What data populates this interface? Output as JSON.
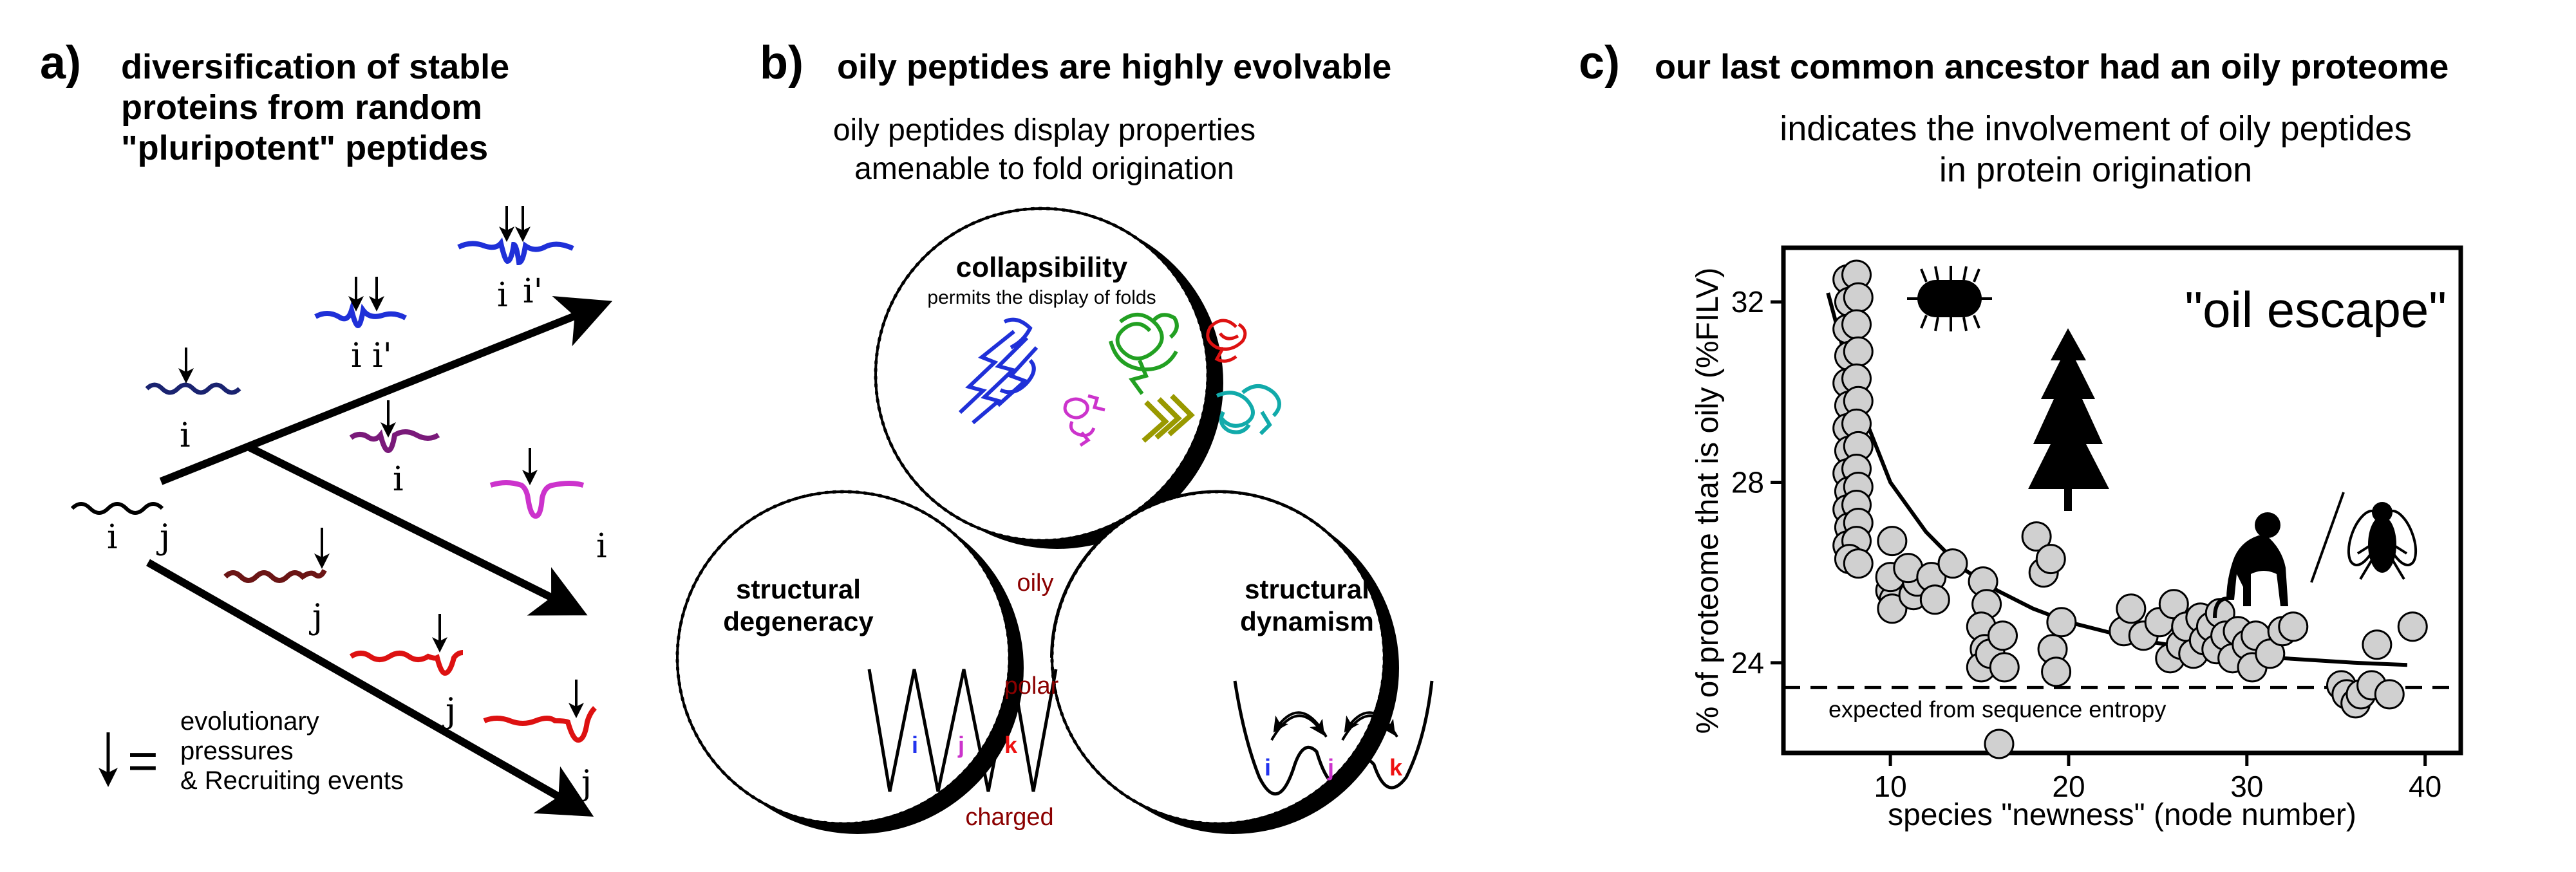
{
  "panel_a": {
    "letter": "a)",
    "title_lines": [
      "diversification of stable",
      "proteins from random",
      "\"pluripotent\" peptides"
    ],
    "node_labels": {
      "i_root": "i",
      "j_root": "j",
      "i_b1": "i",
      "i_b2a": "i",
      "ip_b2a": "i'",
      "i_b2b": "i",
      "ip_b2b": "i'",
      "i_mid": "i",
      "i_end": "i",
      "j_c1": "j",
      "j_c2": "j",
      "j_c3": "j"
    },
    "legend": {
      "symbol": "=",
      "lines": [
        "evolutionary",
        "pressures",
        "& Recruiting events"
      ]
    },
    "colors": {
      "navy": "#1a2370",
      "blue": "#1f30d8",
      "purple": "#7a1a7a",
      "magenta": "#cc33cc",
      "darkred": "#6b1515",
      "red": "#dd1111"
    }
  },
  "panel_b": {
    "letter": "b)",
    "title": "oily peptides are highly evolvable",
    "subtitle_lines": [
      "oily peptides display properties",
      "amenable to fold origination"
    ],
    "top_circle": {
      "title": "collapsibility",
      "subtitle": "permits the display of folds"
    },
    "left_circle": {
      "title_lines": [
        "structural",
        "degeneracy"
      ],
      "states": [
        "i",
        "j",
        "k"
      ]
    },
    "right_circle": {
      "title_lines": [
        "structural",
        "dynamism"
      ],
      "states": [
        "i",
        "j",
        "k"
      ]
    },
    "labels": {
      "center": "oily",
      "lower": "polar",
      "bottom": "charged"
    },
    "colors": {
      "label": "#8b0000",
      "i": "#2233ee",
      "j": "#cc33cc",
      "k": "#ee1111"
    },
    "fold_colors": [
      "#1f30d8",
      "#22a022",
      "#dd1111",
      "#cc33cc",
      "#999900",
      "#11aaaa"
    ]
  },
  "panel_c": {
    "letter": "c)",
    "title": "our last common ancestor had an oily proteome",
    "subtitle_lines": [
      "indicates the involvement of oily peptides",
      "in protein origination"
    ],
    "annotation": "\"oil escape\"",
    "icons": [
      "bacterium-icon",
      "tree-icon",
      "monkey-icon",
      "fly-icon"
    ]
  },
  "chart_data": {
    "type": "scatter",
    "xlabel": "species \"newness\" (node number)",
    "ylabel": "% of proteome that is oily (%FILV)",
    "xlim": [
      4,
      42
    ],
    "ylim": [
      22,
      33.2
    ],
    "xticks": [
      10,
      20,
      30,
      40
    ],
    "yticks": [
      24,
      28,
      32
    ],
    "reference_line": {
      "y": 23.45,
      "label": "expected from sequence entropy"
    },
    "fit": [
      [
        6.5,
        32.2
      ],
      [
        8,
        30.0
      ],
      [
        10,
        28.0
      ],
      [
        12,
        26.9
      ],
      [
        14,
        26.1
      ],
      [
        16,
        25.6
      ],
      [
        18,
        25.2
      ],
      [
        20,
        24.9
      ],
      [
        24,
        24.5
      ],
      [
        28,
        24.25
      ],
      [
        32,
        24.1
      ],
      [
        36,
        24.0
      ],
      [
        39,
        23.95
      ]
    ],
    "points": [
      [
        7.6,
        32.5
      ],
      [
        8.1,
        32.6
      ],
      [
        7.7,
        32.0
      ],
      [
        8.2,
        32.1
      ],
      [
        7.6,
        31.4
      ],
      [
        8.1,
        31.5
      ],
      [
        7.7,
        30.8
      ],
      [
        8.2,
        30.9
      ],
      [
        7.6,
        30.2
      ],
      [
        8.1,
        30.3
      ],
      [
        7.7,
        29.7
      ],
      [
        8.2,
        29.8
      ],
      [
        7.6,
        29.2
      ],
      [
        8.1,
        29.3
      ],
      [
        7.7,
        28.7
      ],
      [
        8.2,
        28.8
      ],
      [
        7.6,
        28.2
      ],
      [
        8.1,
        28.3
      ],
      [
        7.7,
        27.8
      ],
      [
        8.2,
        27.9
      ],
      [
        7.6,
        27.4
      ],
      [
        8.1,
        27.5
      ],
      [
        7.7,
        27.0
      ],
      [
        8.2,
        27.1
      ],
      [
        7.6,
        26.6
      ],
      [
        8.1,
        26.7
      ],
      [
        7.7,
        26.3
      ],
      [
        8.2,
        26.2
      ],
      [
        10.1,
        26.7
      ],
      [
        10.0,
        25.6
      ],
      [
        10.2,
        25.4
      ],
      [
        10.1,
        25.2
      ],
      [
        10.0,
        25.9
      ],
      [
        11.3,
        25.5
      ],
      [
        11.5,
        25.8
      ],
      [
        11.0,
        26.1
      ],
      [
        12.3,
        25.9
      ],
      [
        12.5,
        25.4
      ],
      [
        13.5,
        26.2
      ],
      [
        15.2,
        25.8
      ],
      [
        15.4,
        25.3
      ],
      [
        15.1,
        24.8
      ],
      [
        15.3,
        24.3
      ],
      [
        15.1,
        23.9
      ],
      [
        15.6,
        24.2
      ],
      [
        16.3,
        24.6
      ],
      [
        16.4,
        23.9
      ],
      [
        16.1,
        22.2
      ],
      [
        18.2,
        26.8
      ],
      [
        18.6,
        26.0
      ],
      [
        19.0,
        26.3
      ],
      [
        19.1,
        24.3
      ],
      [
        19.3,
        23.8
      ],
      [
        19.6,
        24.9
      ],
      [
        23.1,
        24.7
      ],
      [
        23.5,
        25.2
      ],
      [
        24.2,
        24.6
      ],
      [
        25.1,
        24.9
      ],
      [
        25.7,
        24.1
      ],
      [
        25.9,
        25.3
      ],
      [
        26.3,
        24.4
      ],
      [
        26.6,
        24.8
      ],
      [
        27.0,
        24.2
      ],
      [
        27.4,
        25.0
      ],
      [
        27.6,
        24.5
      ],
      [
        28.0,
        24.8
      ],
      [
        28.3,
        24.3
      ],
      [
        28.5,
        25.1
      ],
      [
        28.8,
        24.6
      ],
      [
        29.2,
        24.1
      ],
      [
        29.5,
        24.7
      ],
      [
        30.0,
        24.4
      ],
      [
        30.3,
        23.9
      ],
      [
        30.5,
        24.6
      ],
      [
        31.3,
        24.2
      ],
      [
        32.0,
        24.7
      ],
      [
        32.6,
        24.8
      ],
      [
        35.3,
        23.5
      ],
      [
        35.6,
        23.3
      ],
      [
        36.1,
        23.1
      ],
      [
        36.4,
        23.3
      ],
      [
        37.0,
        23.5
      ],
      [
        37.3,
        24.4
      ],
      [
        38.0,
        23.3
      ],
      [
        39.3,
        24.8
      ]
    ]
  }
}
